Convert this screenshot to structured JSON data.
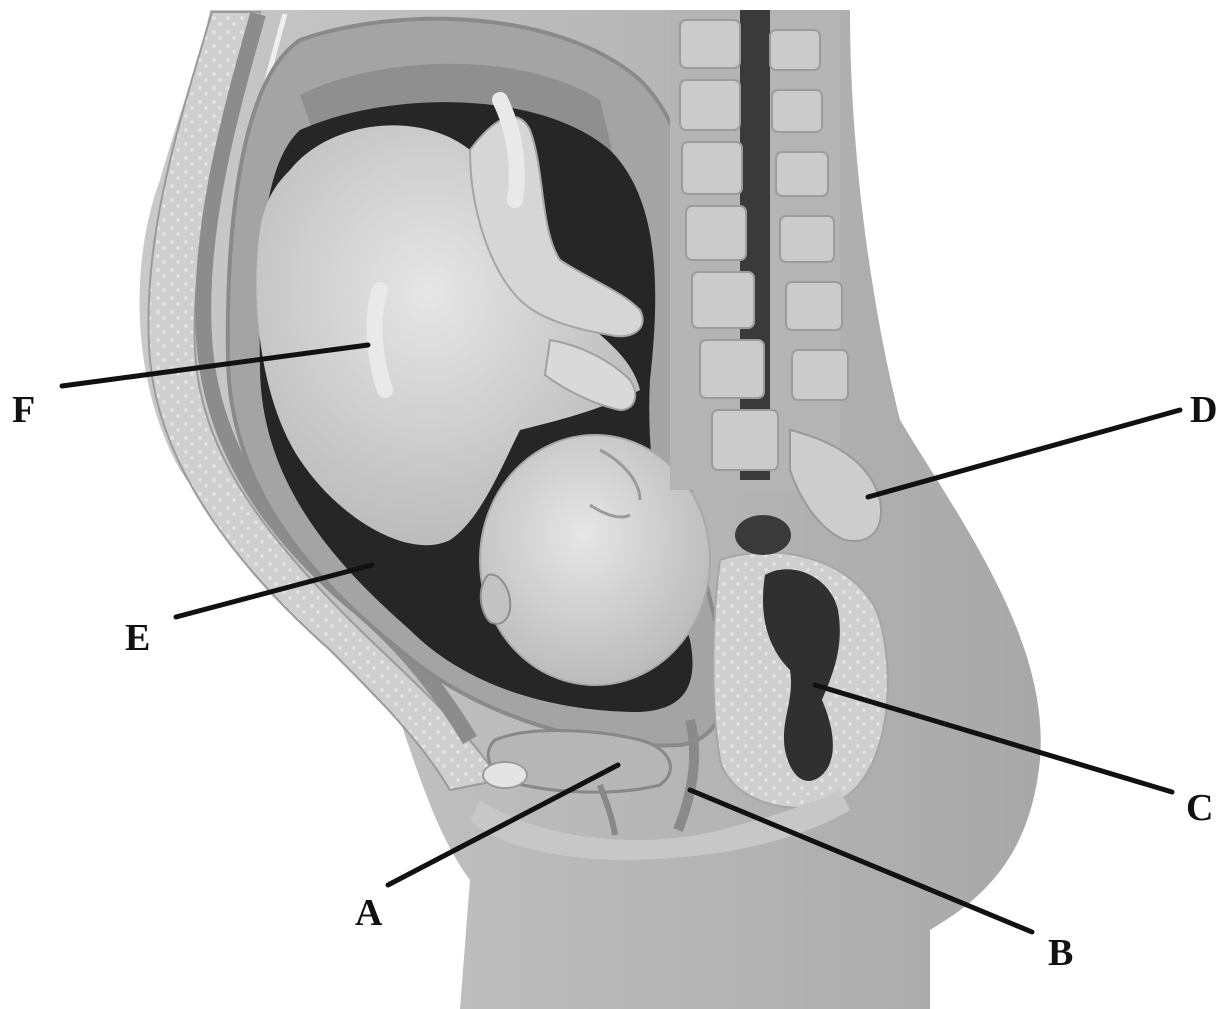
{
  "labels": {
    "a": "A",
    "b": "B",
    "c": "C",
    "d": "D",
    "e": "E",
    "f": "F"
  },
  "colors": {
    "background": "#ffffff",
    "body": "#bdbdbd",
    "tissue_light": "#d8d8d8",
    "uterus_wall": "#a9a9a9",
    "amniotic_cavity": "#262626",
    "fetus": "#cfcfcf",
    "spine": "#c4c4c4",
    "dark_organ": "#2f2f2f",
    "leader_line": "#111111"
  }
}
